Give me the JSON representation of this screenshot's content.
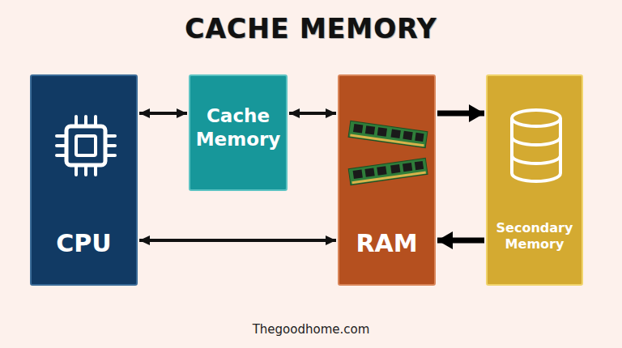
{
  "diagram": {
    "title": "CACHE MEMORY",
    "nodes": [
      {
        "text": [
          "CPU"
        ]
      },
      {
        "text": [
          "Cache Memory"
        ]
      },
      {
        "text": [
          "RAM"
        ]
      },
      {
        "text": [
          "Secondary Memory"
        ]
      }
    ],
    "edges": [
      {
        "from": 0,
        "to": 1,
        "arrow": "both"
      },
      {
        "from": 1,
        "to": 2,
        "arrow": "both"
      },
      {
        "from": 2,
        "to": 3,
        "arrow": "to"
      },
      {
        "from": 3,
        "to": 2,
        "arrow": "to"
      },
      {
        "from": 0,
        "to": 2,
        "arrow": "both"
      }
    ],
    "labels": [
      "Thegoodhome.com"
    ]
  }
}
